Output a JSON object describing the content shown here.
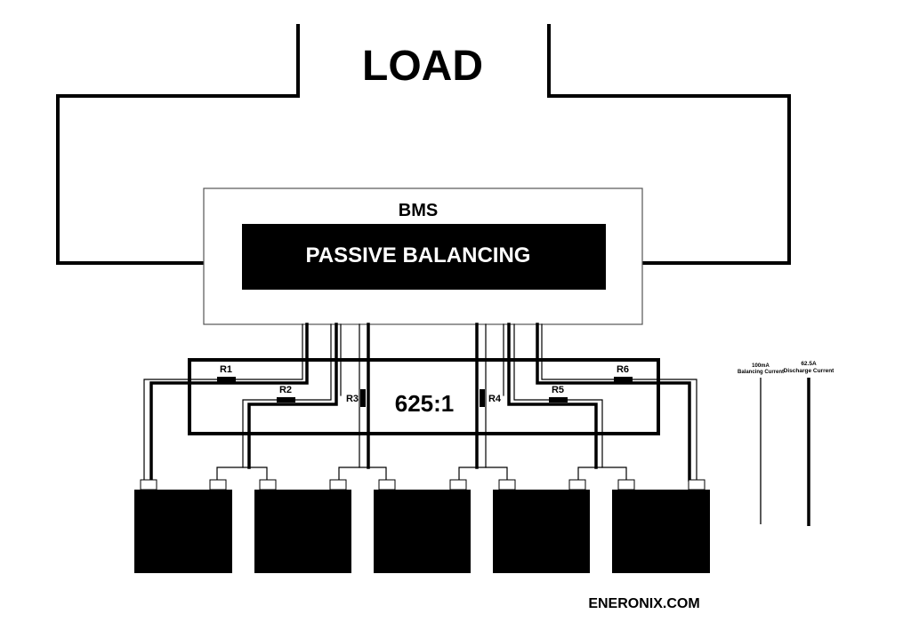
{
  "load": {
    "label": "LOAD"
  },
  "bms": {
    "title": "BMS",
    "mode": "PASSIVE BALANCING"
  },
  "balancing": {
    "ratio": "625:1",
    "resistors": [
      "R1",
      "R2",
      "R3",
      "R4",
      "R5",
      "R6"
    ]
  },
  "legend": {
    "balancing_value": "100mA",
    "balancing_label": "Balancing Current",
    "discharge_value": "62.5A",
    "discharge_label": "Discharge Current"
  },
  "battery_count": 5,
  "brand": "ENERONIX.COM",
  "colors": {
    "ink": "#000000",
    "background": "#ffffff",
    "box_border": "#555555"
  }
}
